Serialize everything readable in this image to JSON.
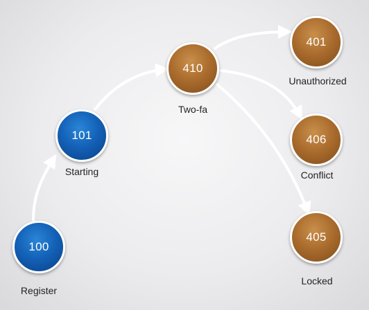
{
  "nodes": [
    {
      "id": "100",
      "code": "100",
      "label": "Register",
      "color": "blue"
    },
    {
      "id": "101",
      "code": "101",
      "label": "Starting",
      "color": "blue"
    },
    {
      "id": "410",
      "code": "410",
      "label": "Two-fa",
      "color": "orange"
    },
    {
      "id": "401",
      "code": "401",
      "label": "Unauthorized",
      "color": "orange"
    },
    {
      "id": "406",
      "code": "406",
      "label": "Conflict",
      "color": "orange"
    },
    {
      "id": "405",
      "code": "405",
      "label": "Locked",
      "color": "orange"
    }
  ],
  "edges": [
    {
      "from": "100",
      "to": "101"
    },
    {
      "from": "101",
      "to": "410"
    },
    {
      "from": "410",
      "to": "401"
    },
    {
      "from": "410",
      "to": "406"
    },
    {
      "from": "410",
      "to": "405"
    }
  ],
  "colors": {
    "blue": "#1462b8",
    "orange": "#a86a2c",
    "edge": "#ffffff"
  }
}
